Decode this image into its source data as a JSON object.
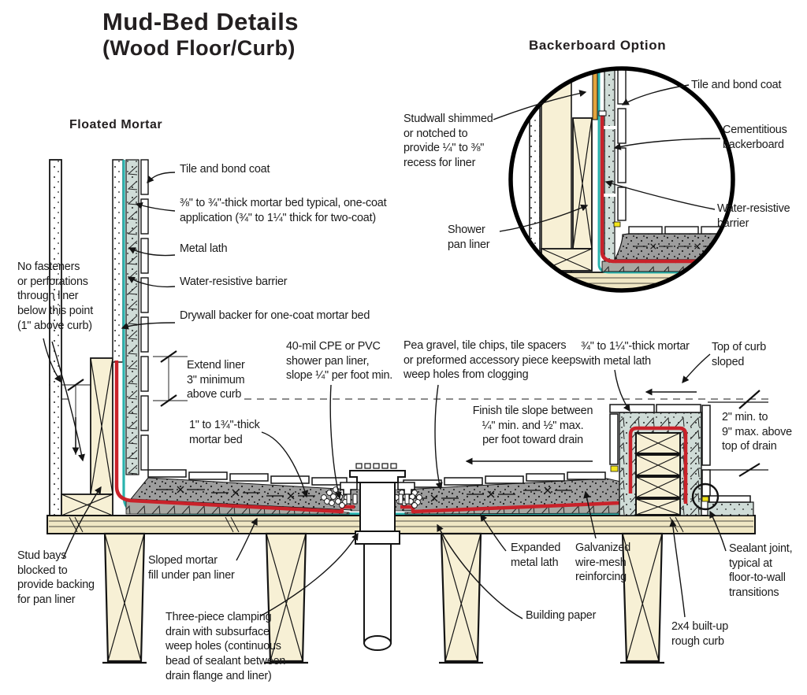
{
  "colors": {
    "liner_red": "#c9222a",
    "barrier_teal": "#2ab3ae",
    "mortar_gray": "#9d9d9d",
    "fill_gray": "#a8a8a2",
    "wall_mortar": "#cfdcd7",
    "wood_cream": "#f7f0d5",
    "subfloor_tan": "#f0e7c4",
    "shim_orange": "#e3a33d",
    "sealant_yellow": "#f2e41a"
  },
  "title": {
    "line1": "Mud-Bed Details",
    "line2": "(Wood Floor/Curb)"
  },
  "headings": {
    "floated_mortar": "Floated Mortar",
    "backerboard": "Backerboard Option"
  },
  "labels": {
    "tile_bond": "Tile and bond coat",
    "mortar_bed_wall": "⅜\" to ¾\"-thick mortar bed typical, one-coat\napplication (¾\" to 1¼\" thick for two-coat)",
    "metal_lath": "Metal lath",
    "water_barrier": "Water-resistive barrier",
    "drywall_backer": "Drywall backer for one-coat mortar bed",
    "no_fasteners": "No fasteners\nor perforations\nthrough liner\nbelow this point\n(1\" above curb)",
    "extend_liner": "Extend liner\n3\" minimum\nabove curb",
    "pan_liner": "40-mil CPE or PVC\nshower pan liner,\nslope ¼\" per foot min.",
    "pea_gravel": "Pea gravel, tile chips, tile spacers\nor preformed accessory piece keeps\nweep holes from clogging",
    "mortar_bed_floor": "1\" to 1¾\"-thick\nmortar bed",
    "finish_slope": "Finish tile slope between\n¼\" min. and ½\" max.\nper foot toward drain",
    "curb_mortar": "¾\" to 1¼\"-thick mortar\nwith metal lath",
    "top_of_curb": "Top of curb\nsloped",
    "curb_height": "2\" min. to\n9\" max. above\ntop of drain",
    "stud_bays": "Stud bays\nblocked to\nprovide backing\nfor pan liner",
    "sloped_fill": "Sloped mortar\nfill under pan liner",
    "clamping_drain": "Three-piece clamping\ndrain with subsurface\nweep holes (continuous\nbead of sealant between\ndrain flange and liner)",
    "expanded_lath": "Expanded\nmetal lath",
    "wire_mesh": "Galvanized\nwire-mesh\nreinforcing",
    "building_paper": "Building paper",
    "rough_curb": "2x4 built-up\nrough curb",
    "sealant_joint": "Sealant joint,\ntypical at\nfloor-to-wall\ntransitions"
  },
  "inset_labels": {
    "studwall": "Studwall shimmed\nor notched to\nprovide ¼\" to ⅜\"\nrecess for liner",
    "tile_bond": "Tile and bond coat",
    "backerboard": "Cementitious\nbackerboard",
    "water_barrier": "Water-resistive\nbarrier",
    "pan_liner": "Shower\npan liner"
  }
}
